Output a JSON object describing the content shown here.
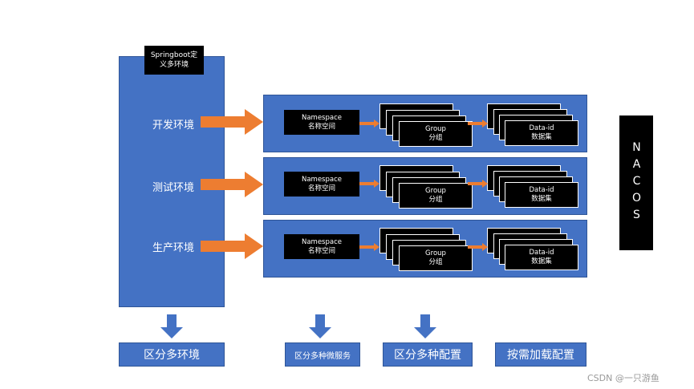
{
  "left_header": "Springboot定义多环境",
  "environments": [
    {
      "label": "开发环境",
      "namespace": "Namespace",
      "namespace_cn": "名称空间",
      "group": "Group",
      "group_cn": "分组",
      "dataid": "Data-id",
      "dataid_cn": "数据集"
    },
    {
      "label": "测试环境",
      "namespace": "Namespace",
      "namespace_cn": "名称空间",
      "group": "Group",
      "group_cn": "分组",
      "dataid": "Data-id",
      "dataid_cn": "数据集"
    },
    {
      "label": "生产环境",
      "namespace": "Namespace",
      "namespace_cn": "名称空间",
      "group": "Group",
      "group_cn": "分组",
      "dataid": "Data-id",
      "dataid_cn": "数据集"
    }
  ],
  "nacos_label": "NACOS",
  "bottom_labels": [
    "区分多环境",
    "区分多种微服务",
    "区分多种配置",
    "按需加载配置"
  ],
  "watermark": "CSDN @一只游鱼",
  "colors": {
    "blue": "#4472c4",
    "arrow_orange": "#ed7d31",
    "black": "#000000"
  }
}
